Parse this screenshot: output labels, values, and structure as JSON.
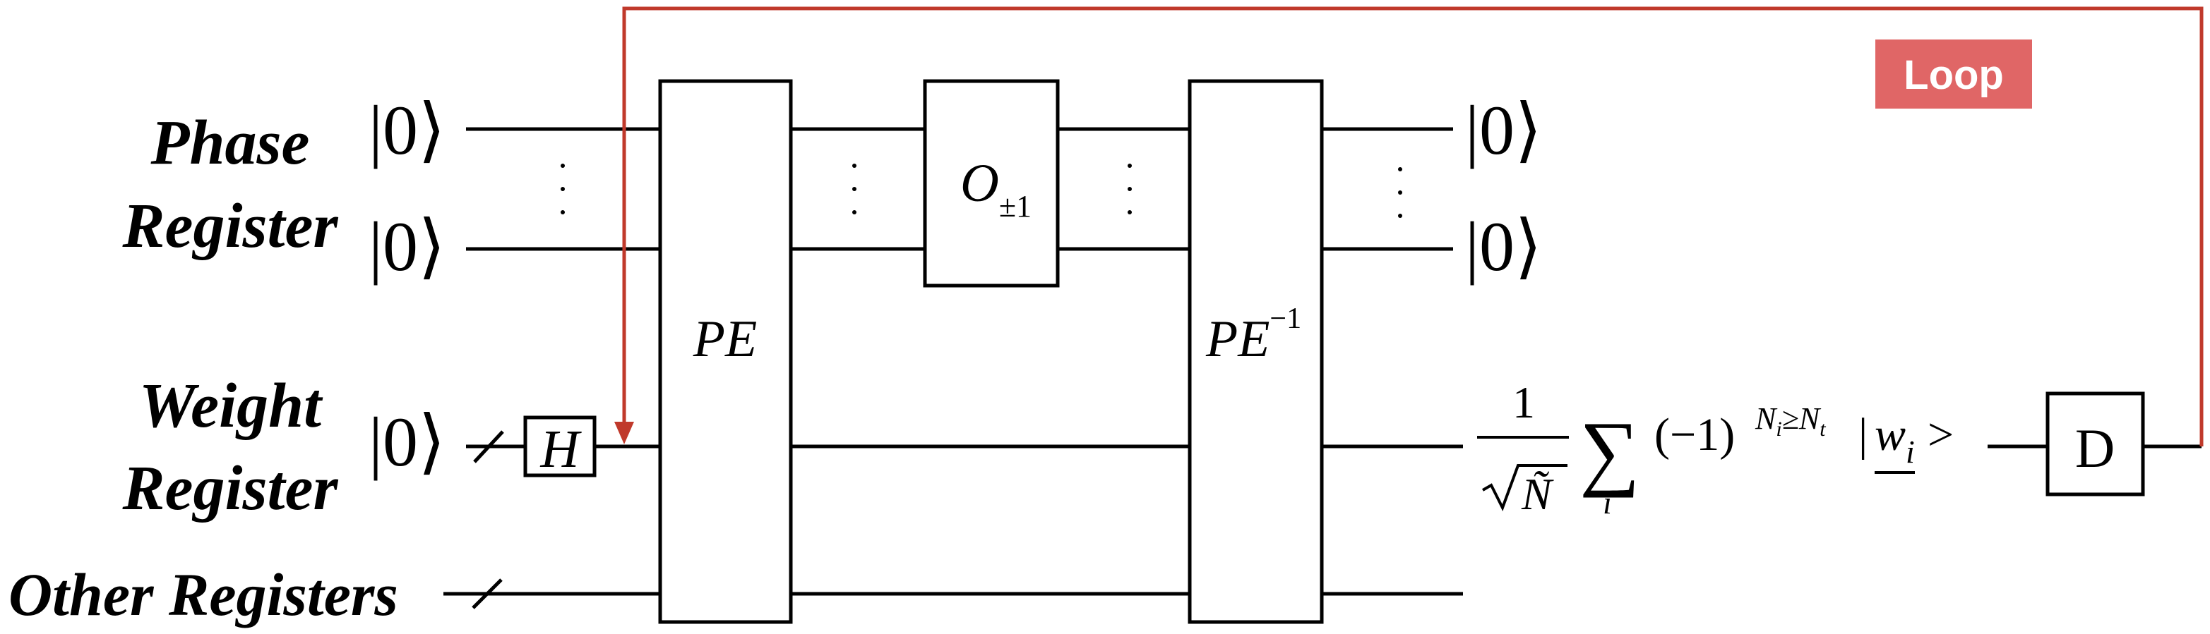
{
  "registers": {
    "phase_line1": "Phase",
    "phase_line2": "Register",
    "weight_line1": "Weight",
    "weight_line2": "Register",
    "other": "Other Registers"
  },
  "states": {
    "input_phase_top": "|0⟩",
    "input_phase_bottom": "|0⟩",
    "input_weight": "|0⟩",
    "output_phase_top": "|0⟩",
    "output_phase_bottom": "|0⟩"
  },
  "gates": {
    "hadamard": "H",
    "pe": "PE",
    "oracle_main": "O",
    "oracle_sub": "±1",
    "pe_inverse_main": "PE",
    "pe_inverse_sup": "−1",
    "diffusion": "D"
  },
  "formula": {
    "numerator": "1",
    "denominator_N": "Ñ",
    "sum": "∑",
    "sum_index": "i",
    "term_base": "(−1)",
    "exp_N": "N",
    "exp_i": "i",
    "exp_ge": "≥N",
    "exp_t": "t",
    "ket_open": "|",
    "ket_w": "w",
    "ket_i": "i",
    "ket_close": ">"
  },
  "loop": {
    "label": "Loop",
    "color": "#c0392b",
    "badge_color": "#e06666"
  },
  "dots": "⋮"
}
